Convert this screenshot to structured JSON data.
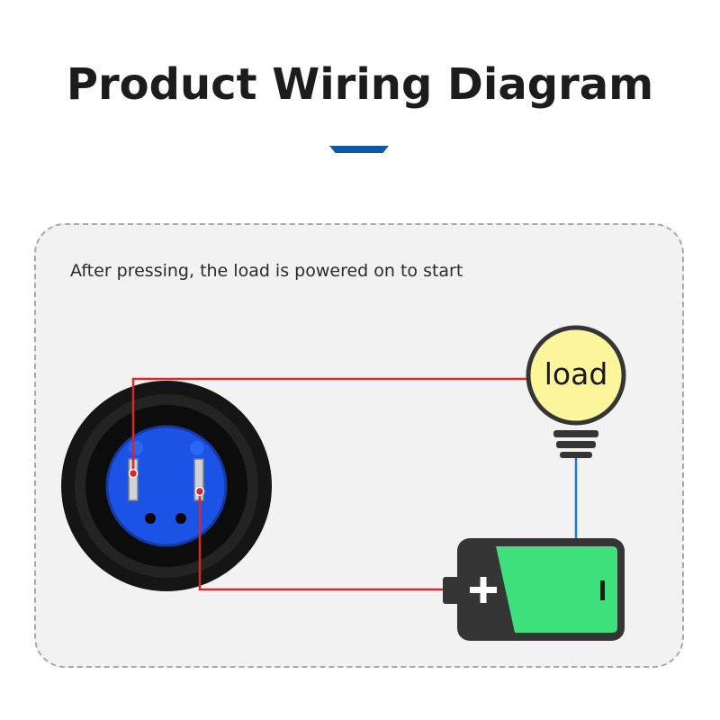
{
  "title": "Product Wiring Diagram",
  "caption": "After pressing, the load is powered on to start",
  "load_label": "load",
  "battery": {
    "positive_symbol": "+",
    "negative_symbol": "-"
  },
  "colors": {
    "title_accent": "#0a5aa8",
    "wire_red": "#d6282b",
    "wire_blue": "#1f78c8",
    "bulb_yellow": "#fbf59c",
    "battery_green": "#3ee07c",
    "switch_blue": "#1a53e6"
  }
}
